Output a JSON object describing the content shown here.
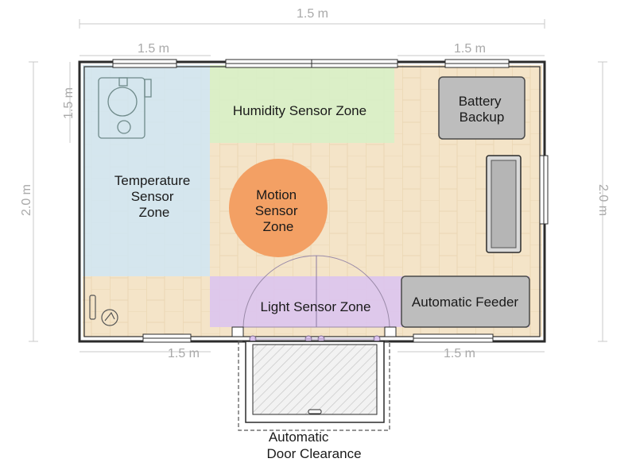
{
  "dimensions": {
    "top_overall": "1.5 m",
    "top_left": "1.5 m",
    "top_right": "1.5 m",
    "bottom_left": "1.5 m",
    "bottom_right": "1.5 m",
    "left_upper": "1.5 m",
    "left_overall": "2.0 m",
    "right_overall": "2.0 m"
  },
  "zones": {
    "humidity": "Humidity Sensor Zone",
    "temperature": [
      "Temperature",
      "Sensor",
      "Zone"
    ],
    "motion": [
      "Motion",
      "Sensor",
      "Zone"
    ],
    "light": "Light Sensor Zone",
    "battery": [
      "Battery",
      "Backup"
    ],
    "feeder": "Automatic Feeder",
    "door": [
      "Automatic",
      "Door Clearance"
    ]
  },
  "colors": {
    "temperature_zone": "#cfe6f4",
    "humidity_zone": "#d8efc6",
    "motion_zone": "#f3a064",
    "light_zone": "#dcc4ee",
    "equipment": "#bdbdbd",
    "floor": "#f3e2c6",
    "wall": "#2b2b2b"
  }
}
